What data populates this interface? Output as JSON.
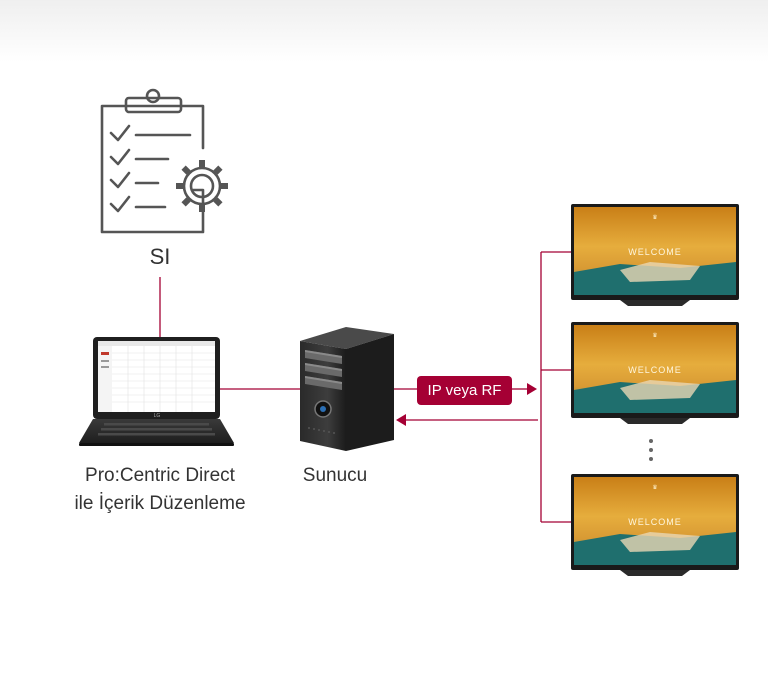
{
  "labels": {
    "si": "SI",
    "client_line1": "Pro:Centric Direct",
    "client_line2": "ile İçerik Düzenleme",
    "server": "Sunucu",
    "connection": "IP veya RF",
    "screen_text": "WELCOME"
  },
  "colors": {
    "connector": "#a50034",
    "icon_stroke": "#555555",
    "text": "#333333"
  },
  "icons": [
    "clipboard-checklist-gear-icon",
    "laptop-icon",
    "server-tower-icon",
    "tv-icon"
  ]
}
